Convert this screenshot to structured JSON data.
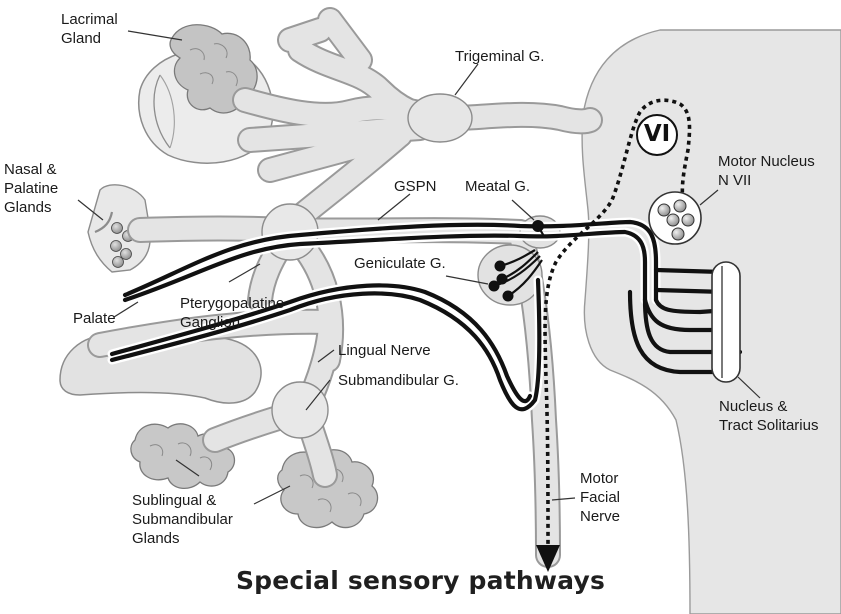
{
  "diagram": {
    "caption": "Special sensory pathways",
    "nucleus_vi": "VI",
    "labels": {
      "lacrimal_gland": [
        "Lacrimal",
        "Gland"
      ],
      "trigeminal_ganglion": [
        "Trigeminal G."
      ],
      "nasal_palatine_glands": [
        "Nasal &",
        "Palatine",
        "Glands"
      ],
      "gspn": [
        "GSPN"
      ],
      "meatal_ganglion": [
        "Meatal G."
      ],
      "motor_nucleus_n_vii": [
        "Motor Nucleus",
        "N VII"
      ],
      "geniculate_ganglion": [
        "Geniculate G."
      ],
      "palate": [
        "Palate"
      ],
      "pterygopalatine_ganglion": [
        "Pterygopalatine",
        "Ganglion"
      ],
      "lingual_nerve": [
        "Lingual Nerve"
      ],
      "submandibular_ganglion": [
        "Submandibular G."
      ],
      "nucleus_tract_solitarius": [
        "Nucleus &",
        "Tract Solitarius"
      ],
      "sublingual_submandibular_glands": [
        "Sublingual &",
        "Submandibular",
        "Glands"
      ],
      "motor_facial_nerve": [
        "Motor",
        "Facial",
        "Nerve"
      ]
    },
    "colors": {
      "structure_fill": "#e4e4e4",
      "structure_stroke": "#8c8c8c",
      "gland_fill": "#bdbdbd",
      "pathway": "#111111",
      "leader": "#333333"
    }
  }
}
